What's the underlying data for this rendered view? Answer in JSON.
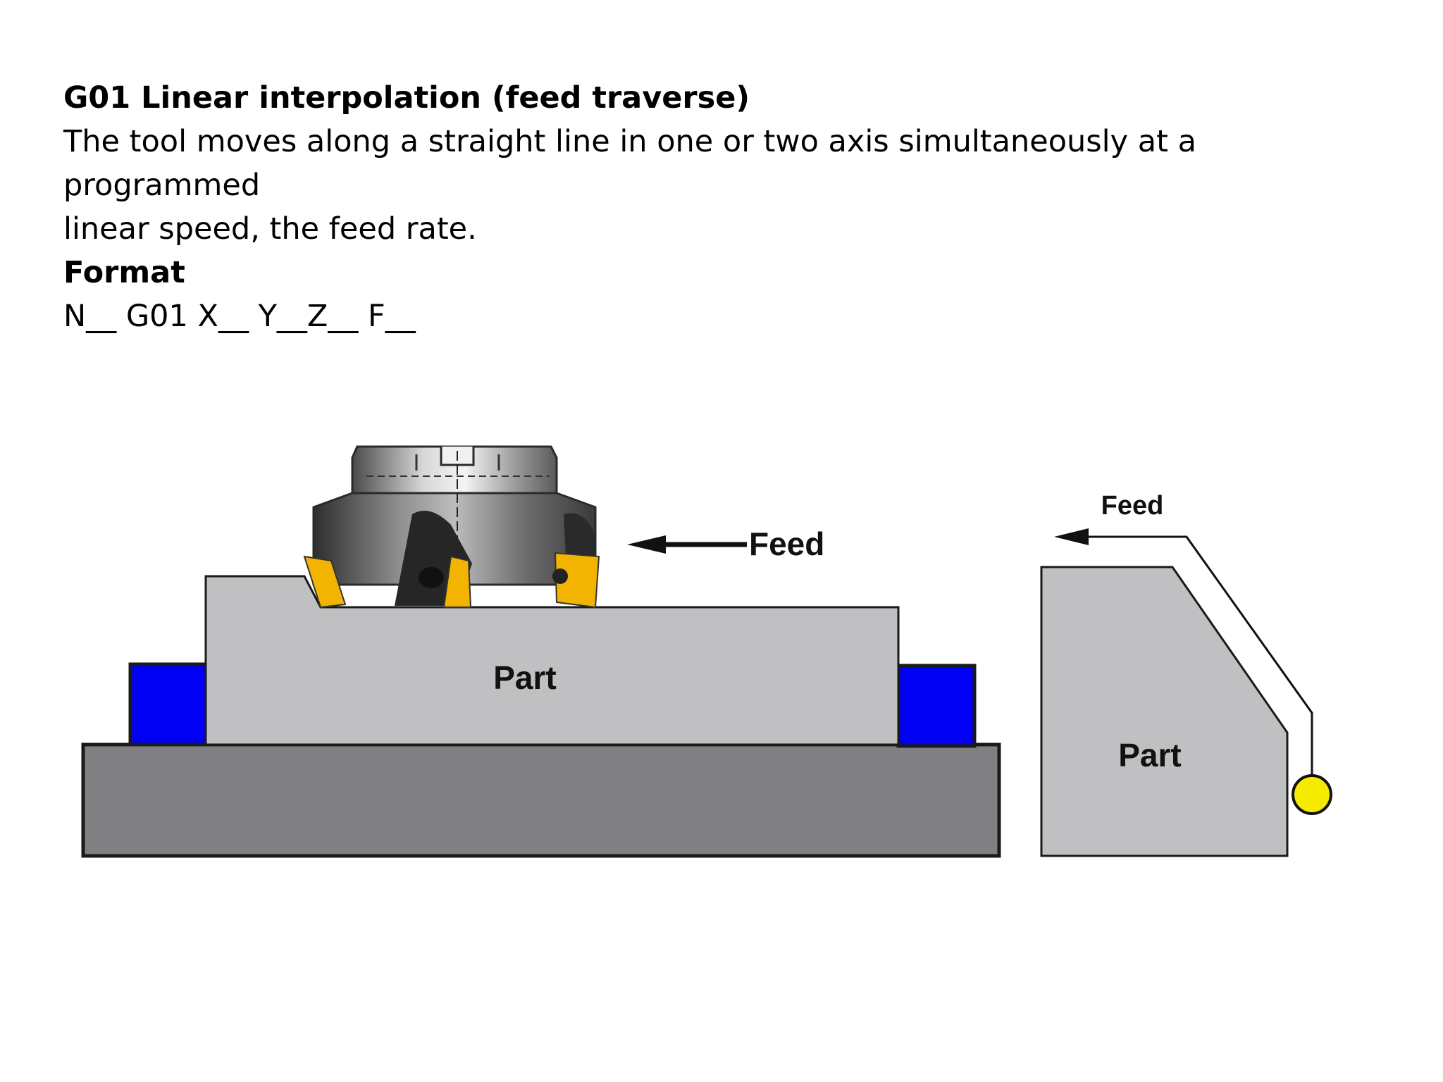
{
  "heading": "G01 Linear interpolation (feed traverse)",
  "description_line1": "The tool moves along a straight line in one or two axis simultaneously at a programmed",
  "description_line2": "linear speed, the feed rate.",
  "format_label": "Format",
  "format_code": "N__ G01 X__ Y__Z__ F__",
  "left_figure": {
    "part_label": "Part",
    "feed_label": "Feed"
  },
  "right_figure": {
    "part_label": "Part",
    "feed_label": "Feed"
  },
  "colors": {
    "part": "#c0bfc1",
    "base": "#808083",
    "clamp": "#0000f5",
    "insert": "#f2b400",
    "probe": "#f5ea00",
    "outline": "#1a1a1a"
  }
}
